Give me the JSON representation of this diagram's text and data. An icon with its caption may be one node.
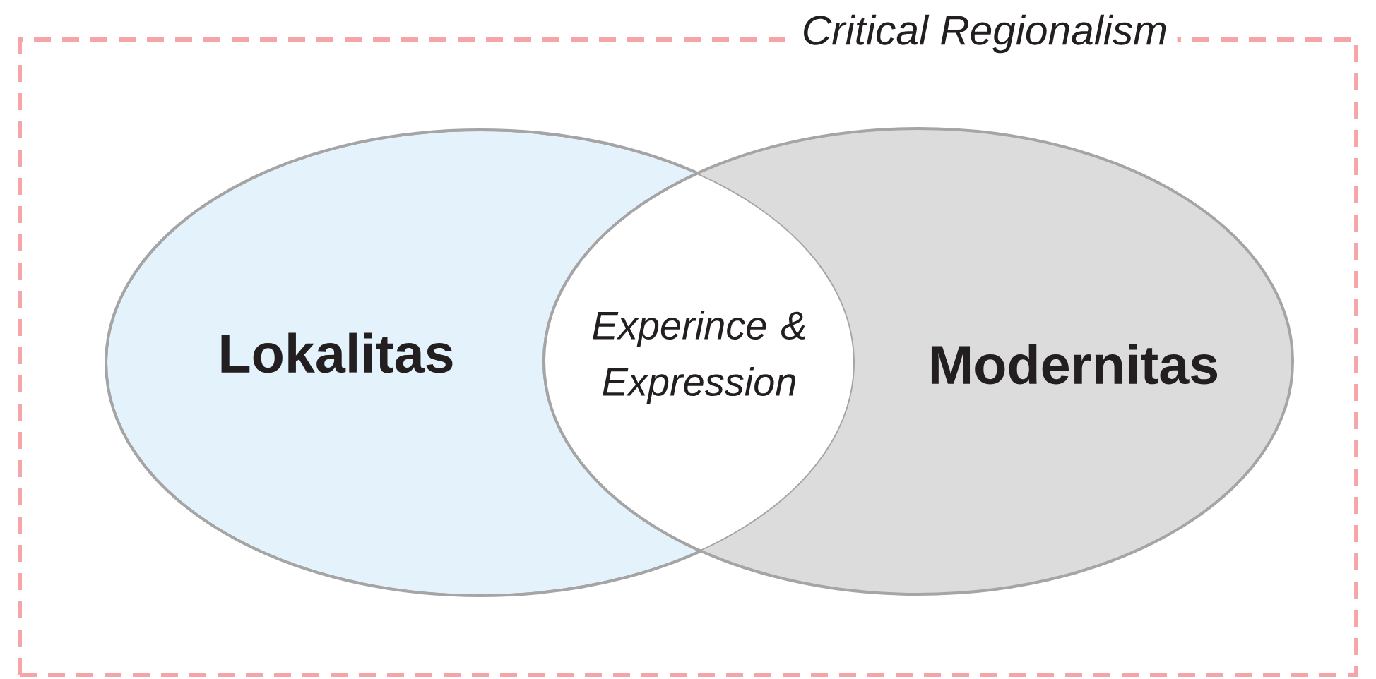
{
  "diagram": {
    "nodes": [
      {
        "text": [
          "Critical Regionalism"
        ]
      },
      {
        "text": [
          "Lokalitas"
        ],
        "in": 0
      },
      {
        "text": [
          "Modernitas"
        ],
        "in": 0
      }
    ],
    "labels": [
      "Experince & Expression"
    ]
  }
}
